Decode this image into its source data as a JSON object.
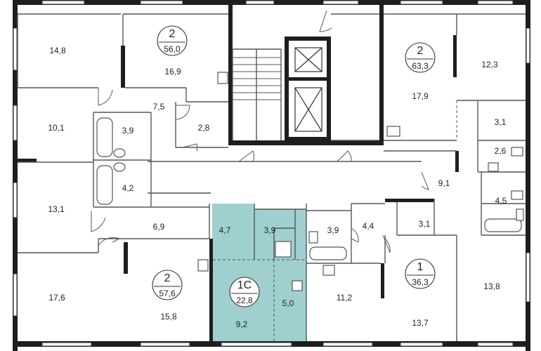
{
  "colors": {
    "wall": "#1e1e1e",
    "thin_line": "#555555",
    "highlight": "#9fd0cf",
    "background": "#ffffff"
  },
  "apartments": [
    {
      "id": "a1",
      "rooms": "2",
      "area": "56,0"
    },
    {
      "id": "a2",
      "rooms": "2",
      "area": "63,3"
    },
    {
      "id": "a3",
      "rooms": "2",
      "area": "57,6"
    },
    {
      "id": "a4",
      "rooms": "1С",
      "area": "22,8",
      "highlighted": true
    },
    {
      "id": "a5",
      "rooms": "1",
      "area": "36,3"
    }
  ],
  "room_areas": {
    "r_14_8": "14,8",
    "r_16_9": "16,9",
    "r_12_3": "12,3",
    "r_17_9": "17,9",
    "r_10_1": "10,1",
    "r_7_5": "7,5",
    "r_3_9a": "3,9",
    "r_2_8": "2,8",
    "r_3_1a": "3,1",
    "r_2_6": "2,6",
    "r_4_2": "4,2",
    "r_9_1": "9,1",
    "r_13_1": "13,1",
    "r_6_9": "6,9",
    "r_4_7": "4,7",
    "r_3_9b": "3,9",
    "r_3_9c": "3,9",
    "r_4_4": "4,4",
    "r_3_1b": "3,1",
    "r_4_5": "4,5",
    "r_17_6": "17,6",
    "r_15_8": "15,8",
    "r_9_2": "9,2",
    "r_5_0": "5,0",
    "r_11_2": "11,2",
    "r_13_7": "13,7",
    "r_13_8": "13,8"
  }
}
